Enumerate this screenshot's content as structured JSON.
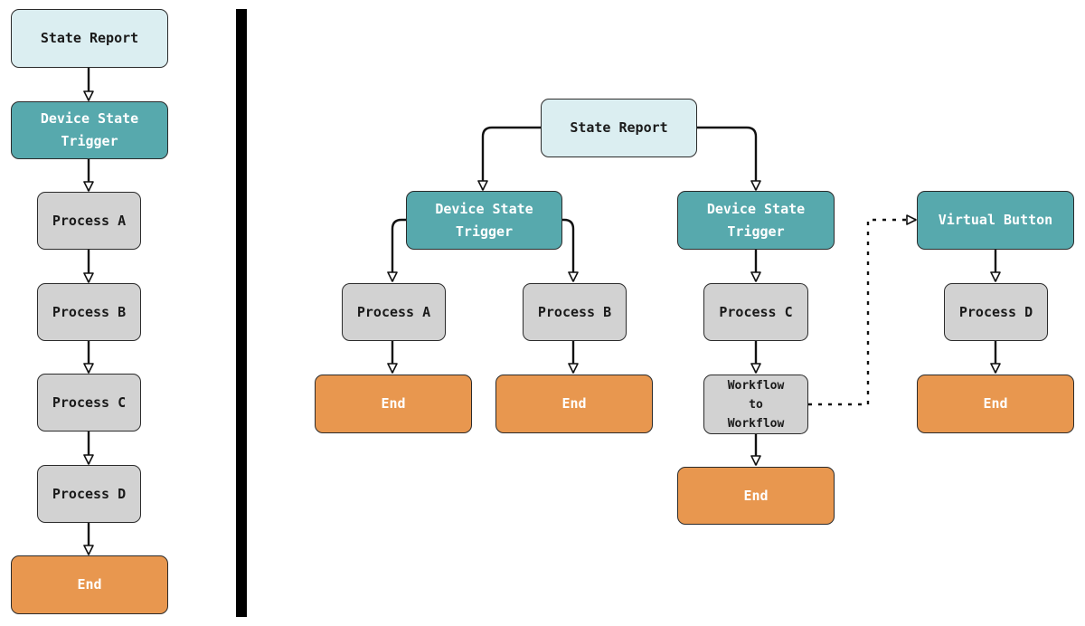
{
  "left_flow": {
    "state_report": "State Report",
    "trigger": "Device State\nTrigger",
    "process_a": "Process A",
    "process_b": "Process B",
    "process_c": "Process C",
    "process_d": "Process D",
    "end": "End"
  },
  "right_flow": {
    "state_report": "State Report",
    "trigger_left": "Device State\nTrigger",
    "trigger_right": "Device State\nTrigger",
    "process_a": "Process A",
    "process_b": "Process B",
    "process_c": "Process C",
    "workflow": "Workflow\nto\nWorkflow",
    "virtual_button": "Virtual Button",
    "process_d": "Process D",
    "end_a": "End",
    "end_b": "End",
    "end_c": "End",
    "end_d": "End"
  },
  "colors": {
    "report": "#dbeef1",
    "trigger": "#57a9ad",
    "process": "#d2d2d2",
    "end": "#e8974f"
  }
}
